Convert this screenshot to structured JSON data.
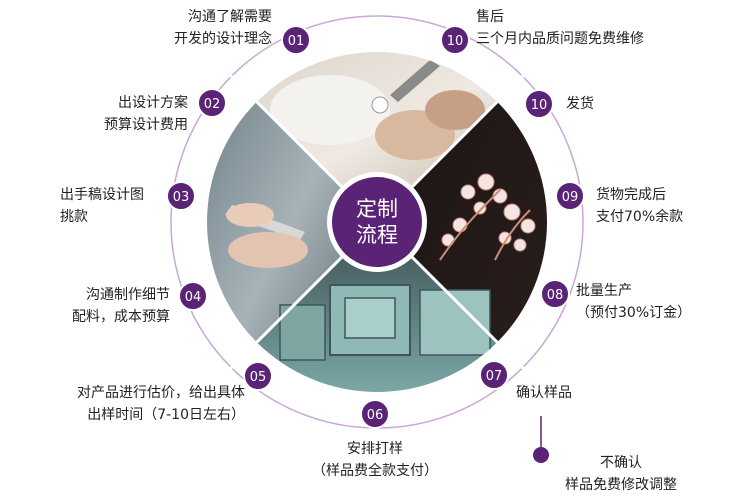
{
  "center": {
    "line1": "定制",
    "line2": "流程"
  },
  "colors": {
    "accent": "#5a2375",
    "ring": "#c9a8d8",
    "white": "#ffffff"
  },
  "steps": [
    {
      "num": "01",
      "line1": "沟通了解需要",
      "line2": "开发的设计理念"
    },
    {
      "num": "02",
      "line1": "出设计方案",
      "line2": "预算设计费用"
    },
    {
      "num": "03",
      "line1": "出手稿设计图",
      "line2": "挑款"
    },
    {
      "num": "04",
      "line1": "沟通制作细节",
      "line2": "配料，成本预算"
    },
    {
      "num": "05",
      "line1": "对产品进行估价，给出具体",
      "line2": "出样时间（7-10日左右）"
    },
    {
      "num": "06",
      "line1": "安排打样",
      "line2": "（样品费全款支付）"
    },
    {
      "num": "07",
      "line1": "确认样品",
      "line2": ""
    },
    {
      "num": "08",
      "line1": "批量生产",
      "line2": "（预付30%订金）"
    },
    {
      "num": "09",
      "line1": "货物完成后",
      "line2": "支付70%余款"
    },
    {
      "num": "10",
      "line1": "发货",
      "line2": ""
    },
    {
      "num": "10",
      "line1": "售后",
      "line2": "三个月内品质问题免费维修"
    }
  ],
  "branch": {
    "line1": "不确认",
    "line2": "样品免费修改调整"
  },
  "photos": [
    {
      "name": "hand-setting-stone-photo"
    },
    {
      "name": "jewelry-earrings-photo"
    },
    {
      "name": "engraving-tool-photo"
    },
    {
      "name": "kiln-furnace-photo"
    }
  ]
}
